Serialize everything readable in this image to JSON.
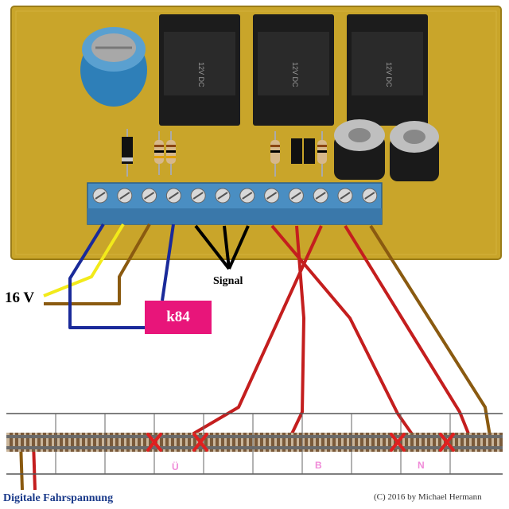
{
  "labels": {
    "supply": "16 V",
    "signal": "Signal",
    "decoder": "k84",
    "segment_u": "Ü",
    "segment_b": "B",
    "segment_n": "N",
    "track_power": "Digitale Fahrspannung",
    "copyright": "(C) 2016 by Michael Hermann"
  },
  "colors": {
    "pcb": "#c9a52a",
    "terminal": "#4a8ec2",
    "relay": "#1c1c1c",
    "wire_red": "#c41e1e",
    "wire_brown": "#8a5a10",
    "wire_yellow": "#f2ea1a",
    "wire_blue": "#1a2a9a",
    "wire_black": "#000000",
    "decoder_box": "#e8157a",
    "cut_mark": "#e02020",
    "segment_text": "#f08ad8",
    "footer_text": "#1a3a8a"
  },
  "components": {
    "relay_text": "12V DC"
  }
}
